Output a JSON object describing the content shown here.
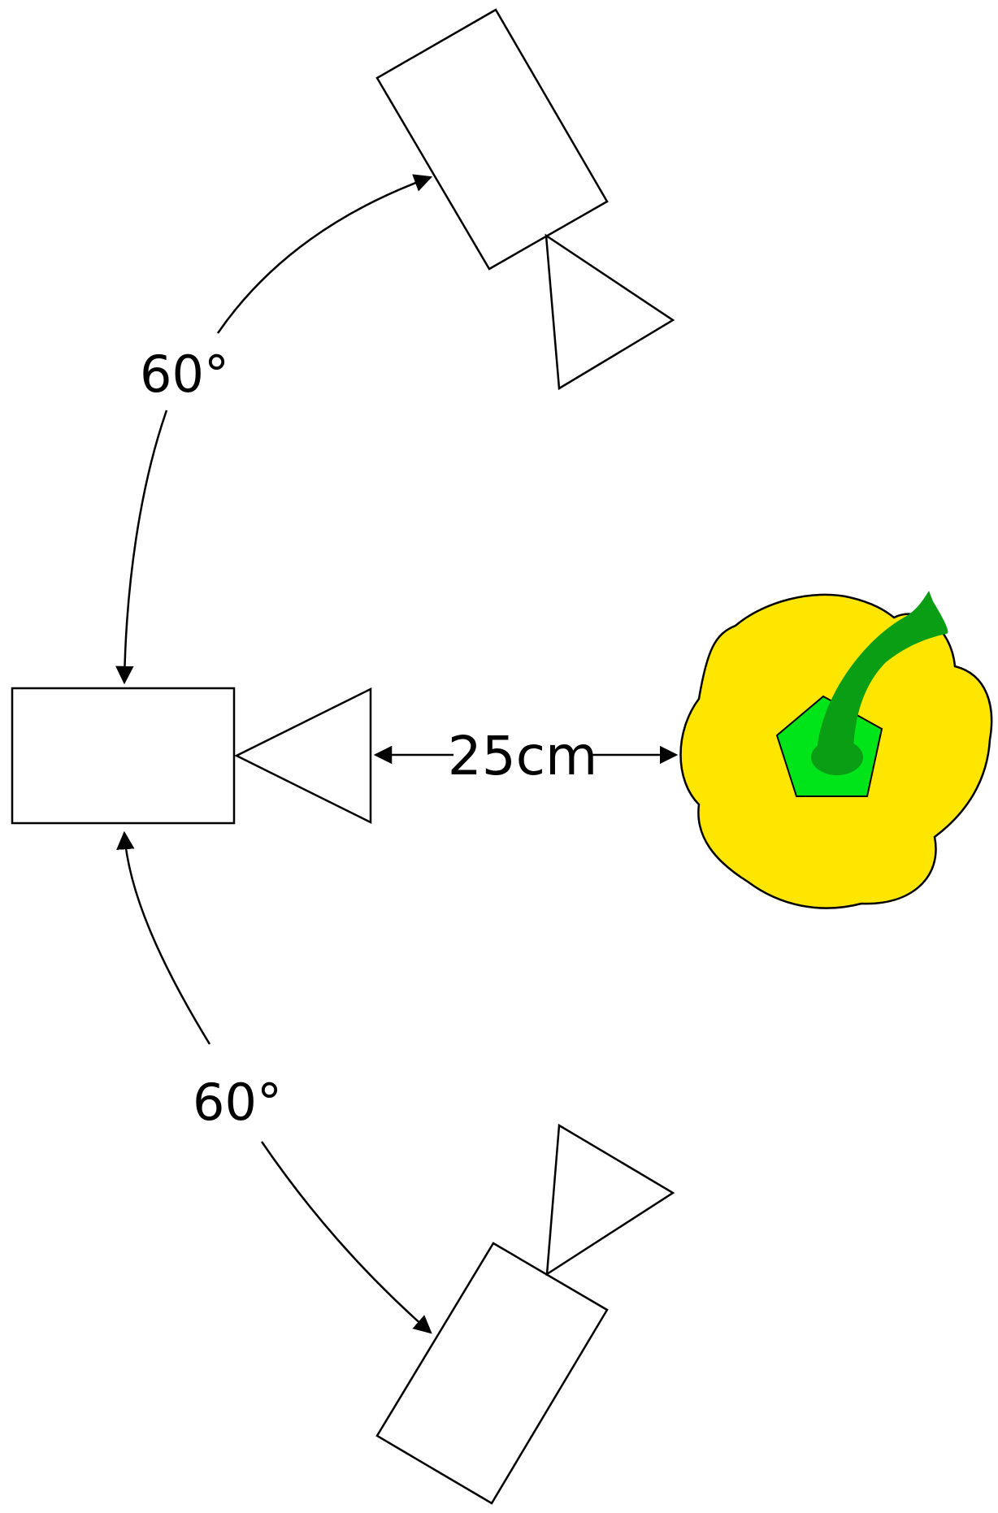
{
  "labels": {
    "top_angle": "60°",
    "bottom_angle": "60°",
    "distance": "25cm"
  },
  "colors": {
    "outline": "#000000",
    "pepper_body": "#FFE600",
    "calyx": "#00E51A",
    "stem": "#0A9E14",
    "background": "#FFFFFF"
  },
  "icons": {
    "camera": "rectangle-body-with-triangle-lens",
    "subject": "yellow-bell-pepper"
  }
}
